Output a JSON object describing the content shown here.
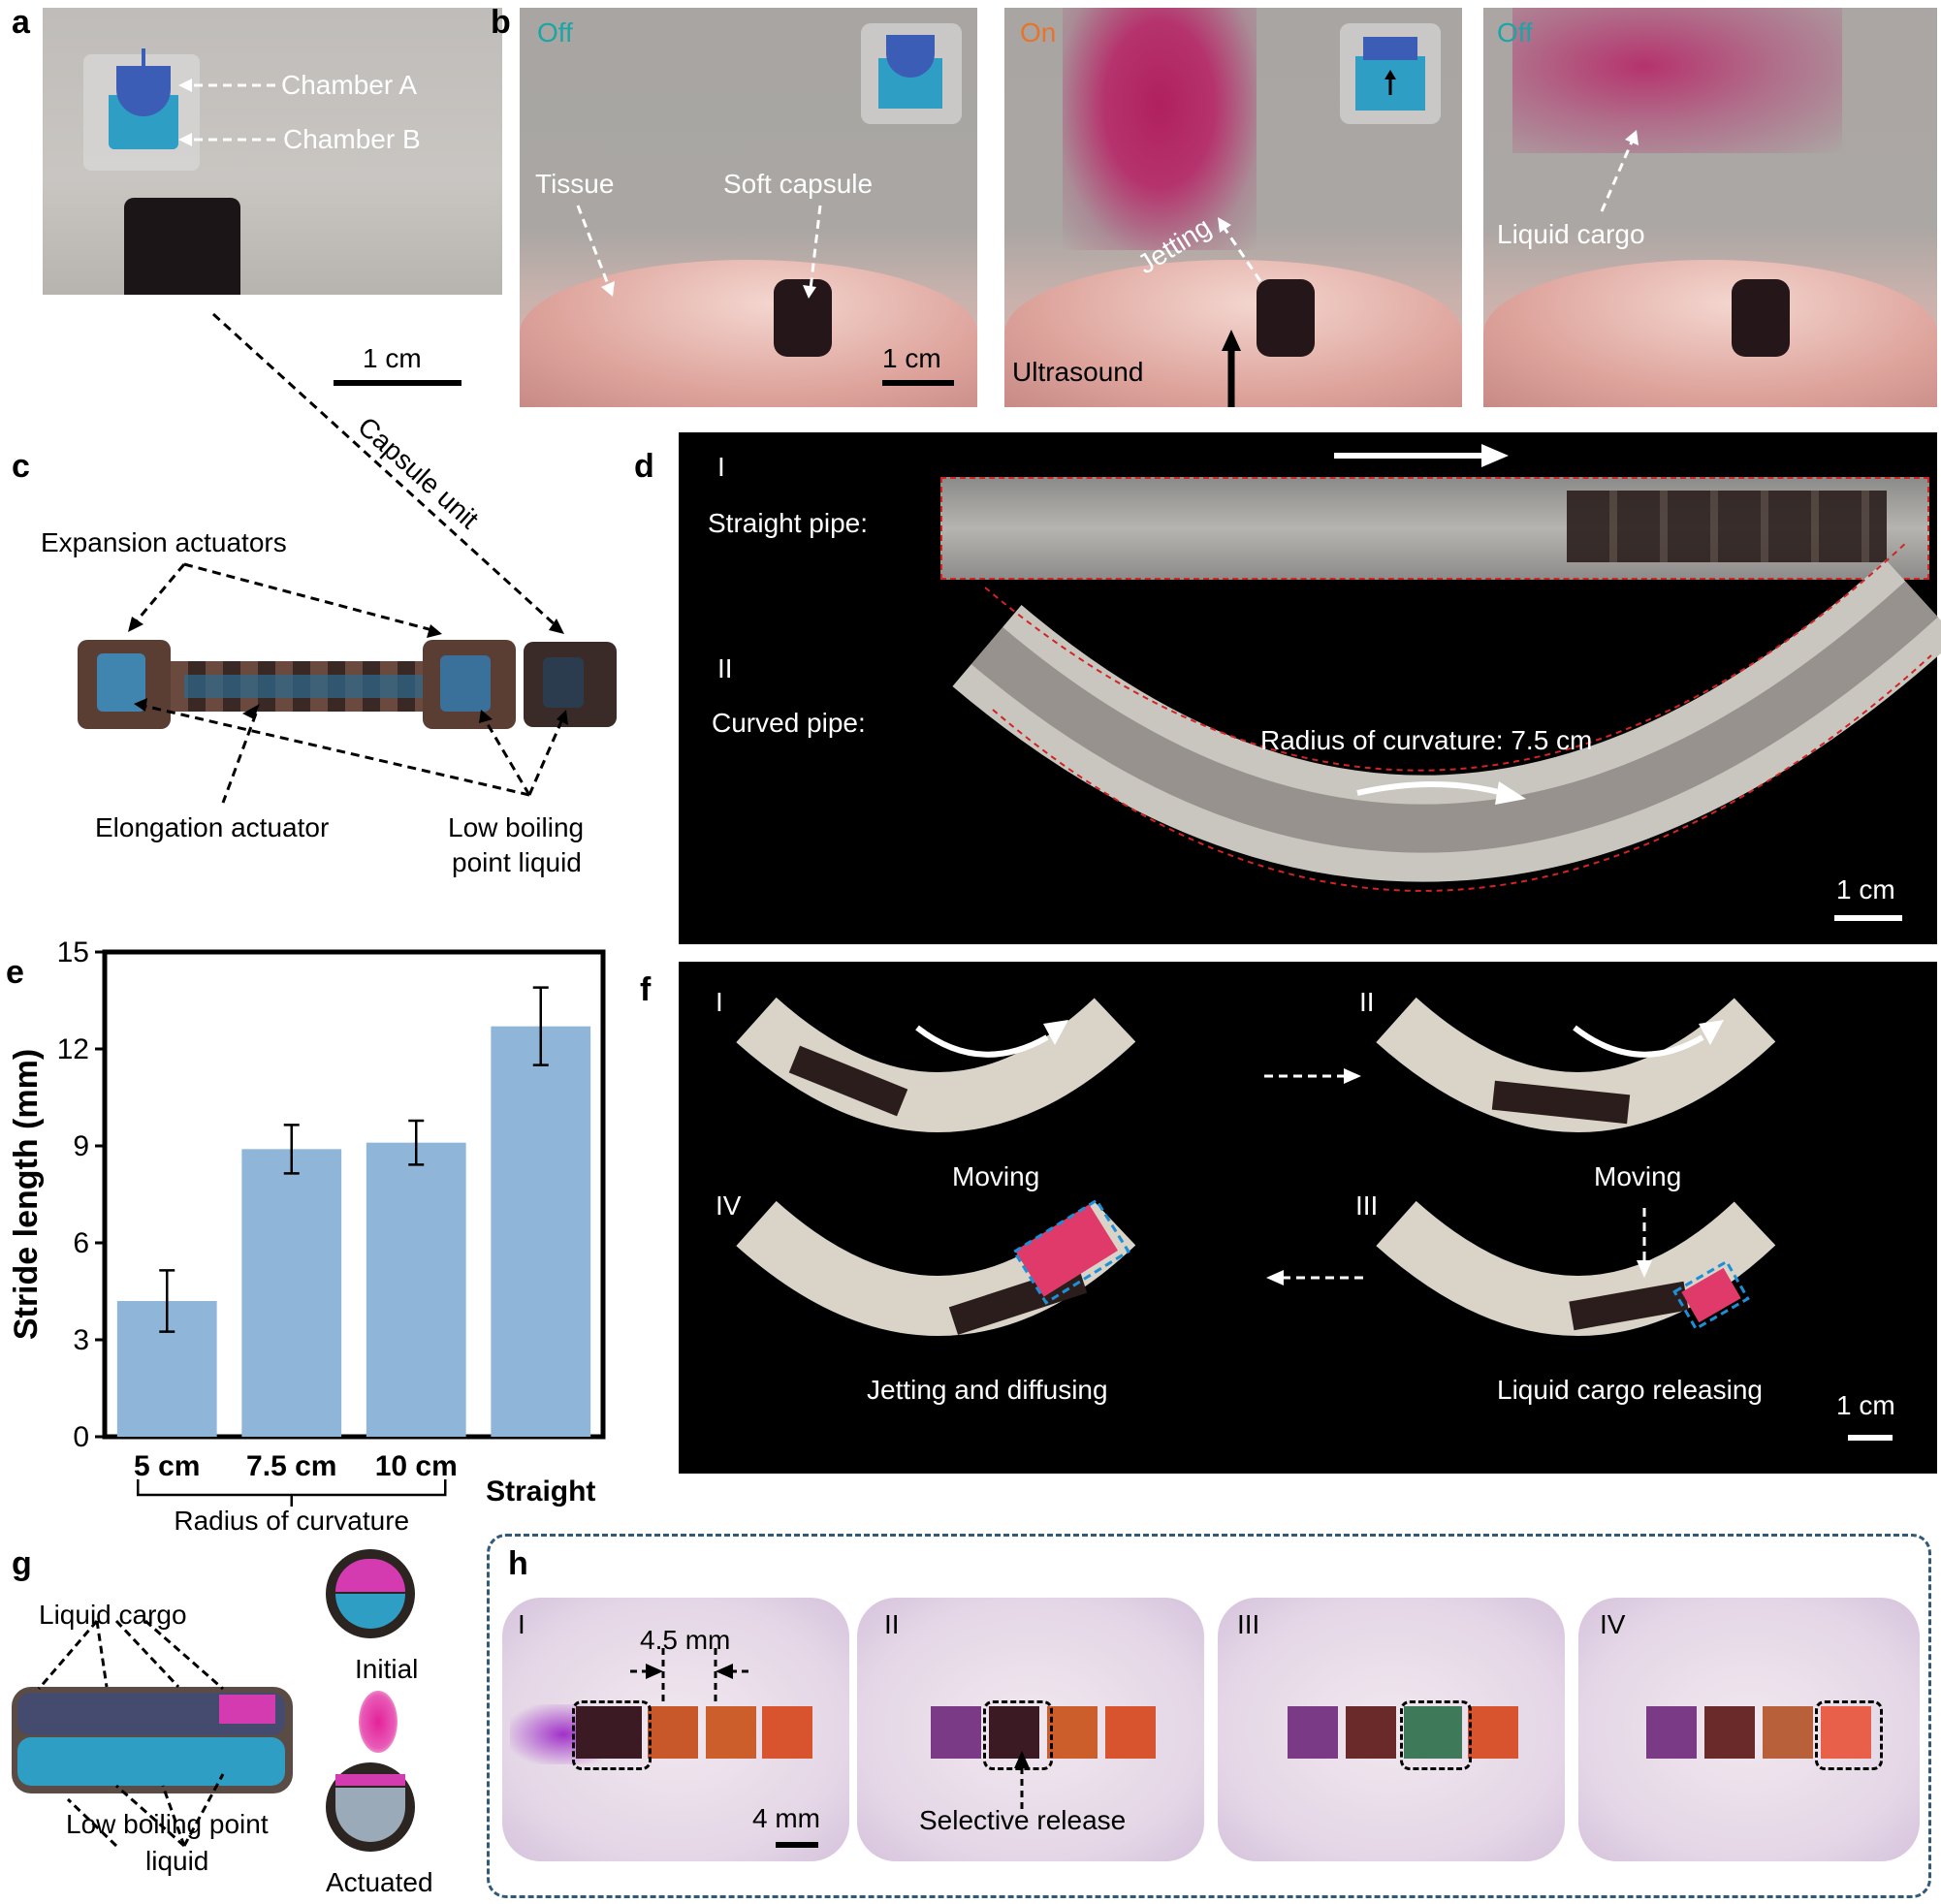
{
  "panels": {
    "a": {
      "letter": "a",
      "chamber_a": "Chamber A",
      "chamber_b": "Chamber B",
      "scale": "1 cm"
    },
    "b": {
      "letter": "b",
      "frame1_state": "Off",
      "frame2_state": "On",
      "frame3_state": "Off",
      "tissue": "Tissue",
      "soft_capsule": "Soft capsule",
      "jetting": "Jetting",
      "ultrasound": "Ultrasound",
      "liquid_cargo": "Liquid cargo",
      "scale": "1 cm",
      "state_colors": {
        "off": "#1aa6a6",
        "on": "#e8742a"
      }
    },
    "c": {
      "letter": "c",
      "capsule_unit": "Capsule unit",
      "expansion_actuators": "Expansion actuators",
      "elongation_actuator": "Elongation actuator",
      "low_boiling_1": "Low boiling",
      "low_boiling_2": "point liquid"
    },
    "d": {
      "letter": "d",
      "roman1": "I",
      "straight_pipe": "Straight pipe:",
      "roman2": "II",
      "curved_pipe": "Curved pipe:",
      "radius": "Radius of curvature: 7.5 cm",
      "scale": "1 cm"
    },
    "f": {
      "letter": "f",
      "roman1": "I",
      "roman2": "II",
      "roman3": "III",
      "roman4": "IV",
      "moving1": "Moving",
      "moving2": "Moving",
      "jetting_diffusing": "Jetting and diffusing",
      "cargo_releasing": "Liquid cargo releasing",
      "scale": "1 cm"
    },
    "g": {
      "letter": "g",
      "liquid_cargo": "Liquid cargo",
      "low_boiling_1": "Low boiling point",
      "low_boiling_2": "liquid",
      "initial": "Initial",
      "actuated": "Actuated"
    },
    "h": {
      "letter": "h",
      "roman1": "I",
      "roman2": "II",
      "roman3": "III",
      "roman4": "IV",
      "gap": "4.5 mm",
      "selective_release": "Selective release",
      "scale": "4 mm"
    }
  },
  "chart_data": {
    "type": "bar",
    "panel": "e",
    "categories": [
      "5 cm",
      "7.5 cm",
      "10 cm",
      "Straight"
    ],
    "group_label": "Radius of curvature",
    "values": [
      4.2,
      8.9,
      9.1,
      12.7
    ],
    "errors": [
      0.95,
      0.75,
      0.68,
      1.2
    ],
    "ylabel": "Stride length (mm)",
    "ylim": [
      0,
      15
    ],
    "yticks": [
      0,
      3,
      6,
      9,
      12,
      15
    ],
    "bar_color": "#8fb6d9"
  }
}
